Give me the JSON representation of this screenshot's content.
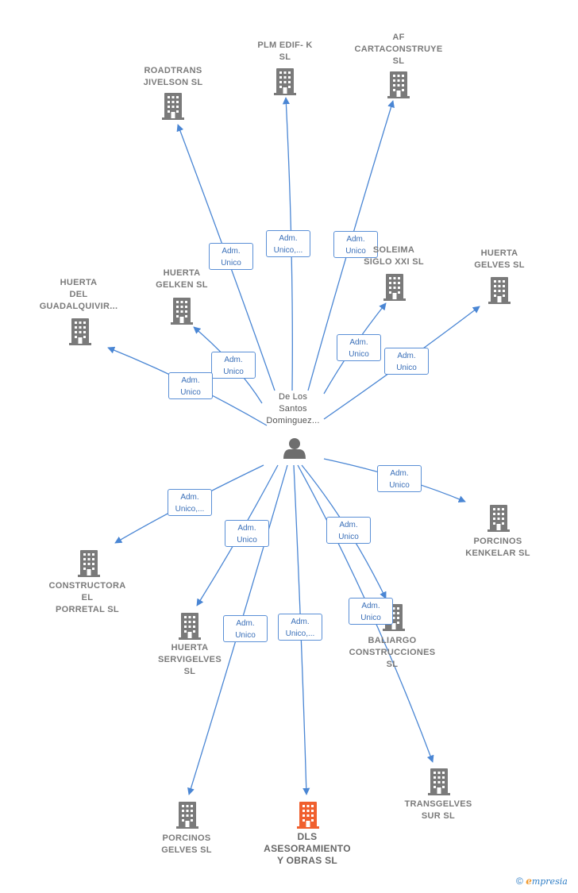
{
  "colors": {
    "edge": "#4a86d4",
    "building": "#7a7a7a",
    "building_highlight": "#f0602e",
    "person": "#6e6e6e"
  },
  "center": {
    "label_lines": [
      "De Los",
      "Santos",
      "Dominguez..."
    ],
    "icon": "person-icon"
  },
  "nodes": [
    {
      "id": "roadtrans",
      "label_lines": [
        "ROADTRANS",
        "JIVELSON  SL"
      ]
    },
    {
      "id": "plm",
      "label_lines": [
        "PLM EDIF- K",
        "SL"
      ]
    },
    {
      "id": "af",
      "label_lines": [
        "AF",
        "CARTACONSTRUYE",
        "SL"
      ]
    },
    {
      "id": "soleima",
      "label_lines": [
        "SOLEIMA",
        "SIGLO XXI  SL"
      ]
    },
    {
      "id": "huerta_gelves",
      "label_lines": [
        "HUERTA",
        "GELVES  SL"
      ]
    },
    {
      "id": "huerta_gelken",
      "label_lines": [
        "HUERTA",
        "GELKEN  SL"
      ]
    },
    {
      "id": "huerta_guadalquivir",
      "label_lines": [
        "HUERTA",
        "DEL",
        "GUADALQUIVIR..."
      ]
    },
    {
      "id": "porcinos_kenkelar",
      "label_lines": [
        "PORCINOS",
        "KENKELAR  SL"
      ]
    },
    {
      "id": "constructora_porretal",
      "label_lines": [
        "CONSTRUCTORA",
        "EL",
        "PORRETAL  SL"
      ]
    },
    {
      "id": "huerta_servigelves",
      "label_lines": [
        "HUERTA",
        "SERVIGELVES",
        "SL"
      ]
    },
    {
      "id": "baliargo",
      "label_lines": [
        "BALIARGO",
        "CONSTRUCCIONES",
        "SL"
      ]
    },
    {
      "id": "transgelves",
      "label_lines": [
        "TRANSGELVES",
        "SUR  SL"
      ]
    },
    {
      "id": "porcinos_gelves",
      "label_lines": [
        "PORCINOS",
        "GELVES  SL"
      ]
    },
    {
      "id": "dls",
      "label_lines": [
        "DLS",
        "ASESORAMIENTO",
        "Y OBRAS  SL"
      ],
      "highlight": true
    }
  ],
  "edges": [
    {
      "to": "roadtrans",
      "label_lines": [
        "Adm.",
        "Unico"
      ]
    },
    {
      "to": "plm",
      "label_lines": [
        "Adm.",
        "Unico,..."
      ]
    },
    {
      "to": "af",
      "label_lines": [
        "Adm.",
        "Unico"
      ]
    },
    {
      "to": "soleima",
      "label_lines": [
        "Adm.",
        "Unico"
      ]
    },
    {
      "to": "huerta_gelves",
      "label_lines": [
        "Adm.",
        "Unico"
      ]
    },
    {
      "to": "huerta_gelken",
      "label_lines": [
        "Adm.",
        "Unico"
      ]
    },
    {
      "to": "huerta_guadalquivir",
      "label_lines": [
        "Adm.",
        "Unico"
      ]
    },
    {
      "to": "porcinos_kenkelar",
      "label_lines": [
        "Adm.",
        "Unico"
      ]
    },
    {
      "to": "constructora_porretal",
      "label_lines": [
        "Adm.",
        "Unico,..."
      ]
    },
    {
      "to": "huerta_servigelves",
      "label_lines": [
        "Adm.",
        "Unico"
      ]
    },
    {
      "to": "baliargo",
      "label_lines": [
        "Adm.",
        "Unico"
      ]
    },
    {
      "to": "transgelves",
      "label_lines": [
        "Adm.",
        "Unico"
      ]
    },
    {
      "to": "porcinos_gelves",
      "label_lines": [
        "Adm.",
        "Unico"
      ]
    },
    {
      "to": "dls",
      "label_lines": [
        "Adm.",
        "Unico,..."
      ]
    }
  ],
  "footer": {
    "copyright": "©",
    "brand_e": "e",
    "brand_rest": "mpresia"
  }
}
